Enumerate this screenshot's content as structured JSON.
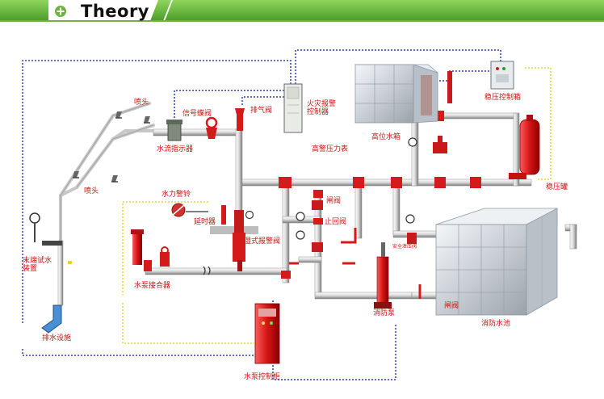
{
  "header": {
    "title": "Theory",
    "icon": "plus-circle-icon",
    "accent": "#6cb33f"
  },
  "labels": {
    "sprinkler_head_top": "喷头",
    "signal_butterfly_valve": "信号蝶阀",
    "exhaust_valve": "排气阀",
    "fire_alarm_panel": "火灾报警\n控制器",
    "high_tank": "高位水箱",
    "pressure_control_box": "稳压控制箱",
    "water_flow_indicator": "水流指示器",
    "high_alarm_pressure_switch": "高警压力表",
    "sprinkler_head_bottom": "喷头",
    "hydraulic_alarm_bell": "水力警铃",
    "delay_device": "延时器",
    "gate_valve": "闸阀",
    "check_valve": "止回阀",
    "pressure_tank": "稳压罐",
    "wet_alarm_valve": "湿式报警阀",
    "end_test_device": "末端试水\n装置",
    "pump_adapter": "水泵接合器",
    "safety_relief_valve": "安全泄压阀",
    "fire_pump": "消防泵",
    "gate_valve_2": "闸阀",
    "fire_pool": "消防水池",
    "drain_facility": "排水设施",
    "pump_control_cabinet": "水泵控制柜"
  }
}
